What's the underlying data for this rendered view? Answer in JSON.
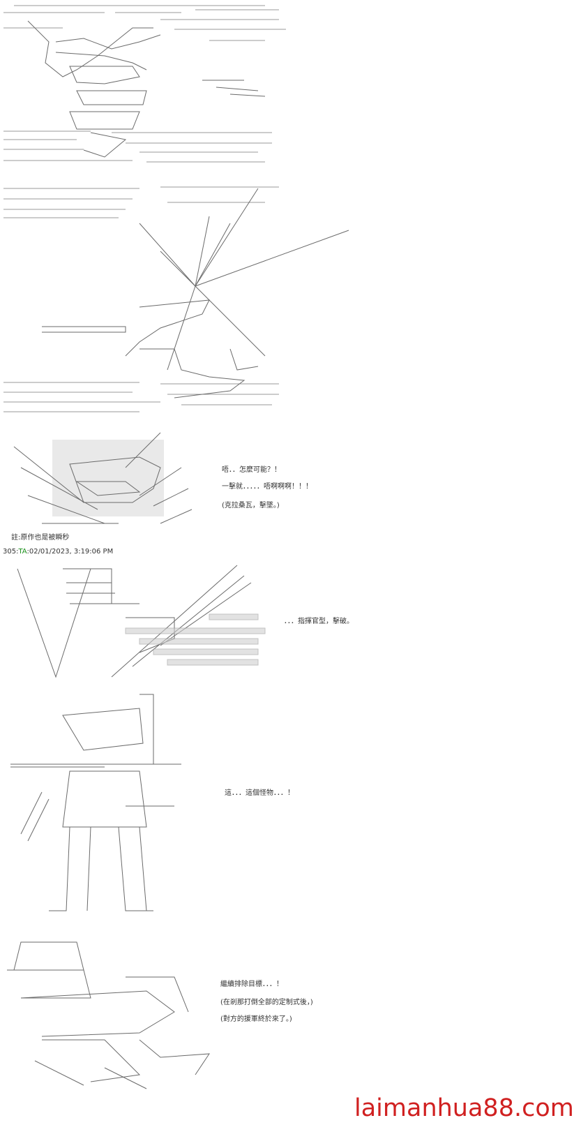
{
  "panels": {
    "p3": {
      "line1": "唔．．怎麼可能？！",
      "line2": "一擊就．．．．．唔啊啊啊！！！",
      "line3": "(克拉桑瓦，擊墜。)"
    },
    "note": "註:原作也是被瞬秒",
    "post": {
      "number": "305",
      "name": "TA",
      "timestamp": ":02/01/2023, 3:19:06 PM"
    },
    "p4": {
      "line1": "．．．指揮官型，擊破。"
    },
    "p5": {
      "line1": "這．．．這個怪物．．．！"
    },
    "p6": {
      "line1": "繼續排除目標．．．！",
      "line2": "(在剎那打倒全部的定制式後，)",
      "line3": "(對方的援軍終於來了。)"
    }
  },
  "watermark": "laimanhua88.com",
  "colors": {
    "text": "#333333",
    "post_name": "#1a8f1a",
    "watermark": "#d02020",
    "art": "#9a9a9a"
  }
}
